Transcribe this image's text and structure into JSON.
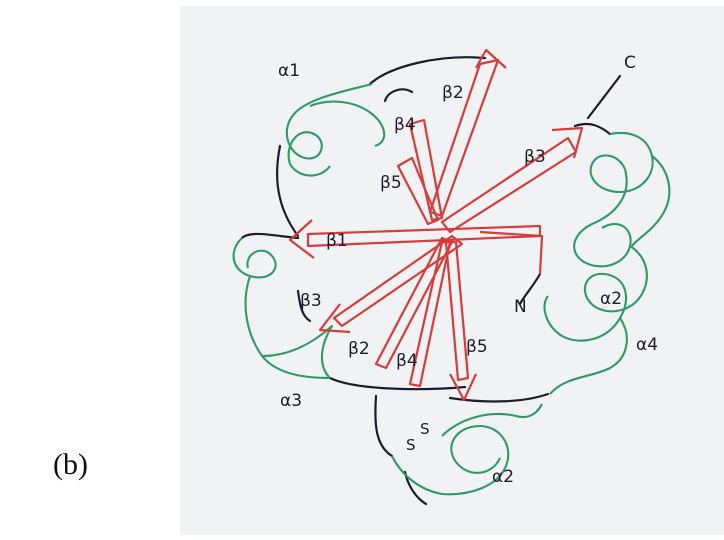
{
  "panel_label": "(b)",
  "colors": {
    "background": "#f1f2f4",
    "helix": "#2f9a66",
    "strand": "#d83b3b",
    "coil": "#1c1c2c"
  },
  "labels": {
    "c_terminus": "C",
    "n_terminus": "N",
    "alpha1": "α1",
    "alpha2_right": "α2",
    "alpha2_bottom": "α2",
    "alpha3": "α3",
    "alpha4": "α4",
    "beta1": "β1",
    "beta2_top": "β2",
    "beta2_bottom": "β2",
    "beta3_top": "β3",
    "beta3_left": "β3",
    "beta4_top": "β4",
    "beta4_bottom": "β4",
    "beta5_top": "β5",
    "beta5_bottom": "β5",
    "disulfide_s1": "S",
    "disulfide_s2": "S"
  }
}
